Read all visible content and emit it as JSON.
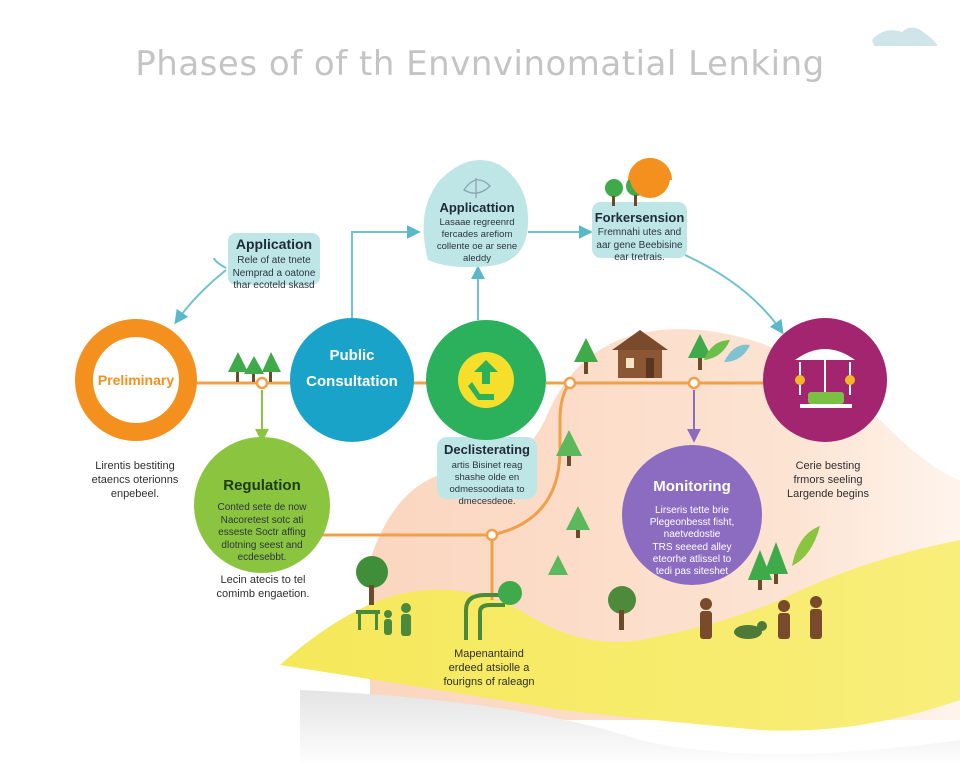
{
  "title": "Phases of of th Envnvinomatial Lenking",
  "nodes": {
    "preliminary": {
      "label": "Preliminary"
    },
    "public_consultation": {
      "label_line1": "Public",
      "label_line2": "Consultation"
    },
    "regulation": {
      "label": "Regulation",
      "body": [
        "Conted sete de now",
        "Nacoretest sotc ati",
        "esseste Soctr affing",
        "dlotning seest and",
        "ecdesebbt."
      ]
    },
    "monitoring": {
      "label": "Monitoring",
      "body": [
        "Lirseris tette brie",
        "Plegeonbesst fisht,",
        "naetvedostie",
        "TRS seeeed alley",
        "eteorhe atlissel to",
        "tedi pas siteshet"
      ]
    }
  },
  "cards": {
    "application_left": {
      "title": "Application",
      "body": [
        "Rele of ate tnete",
        "Nemprad a oatone",
        "thar ecoteld skasd"
      ]
    },
    "application_top": {
      "title": "Applicattion",
      "body": [
        "Lasaae regreenrd",
        "fercades arefiom",
        "collente oe ar sene",
        "aleddy"
      ]
    },
    "forkersension": {
      "title": "Forkersension",
      "body": [
        "Fremnahi utes and",
        "aar gene Beebisine",
        "ear tretrais."
      ]
    },
    "declisterating": {
      "title": "Declisterating",
      "body": [
        "artis Bisinet reag",
        "shashe olde en",
        "odmessoodiata to",
        "dmecesdeoe."
      ]
    }
  },
  "notes": {
    "below_preliminary": [
      "Lirentis bestiting",
      "etaencs oterionns",
      "enpebeel."
    ],
    "below_regulation": [
      "Lecin atecis to tel",
      "comimb engaetion."
    ],
    "below_center": [
      "Mapenantaind",
      "erdeed atsiolle a",
      "fourigns of raleagn"
    ],
    "right_node": [
      "Cerie besting",
      "frmors seeling",
      "Largende begins"
    ]
  },
  "colors": {
    "orange": "#f4901e",
    "blue": "#1aa3c8",
    "green": "#2bb05c",
    "lime": "#8bc53f",
    "purple": "#8c6cc0",
    "magenta": "#a3256f",
    "card_teal": "#bfe6e6",
    "line_orange": "#f0a04a",
    "line_teal": "#6ec3cf",
    "yellow": "#f7ea5e",
    "peach": "#fbd9c4"
  }
}
